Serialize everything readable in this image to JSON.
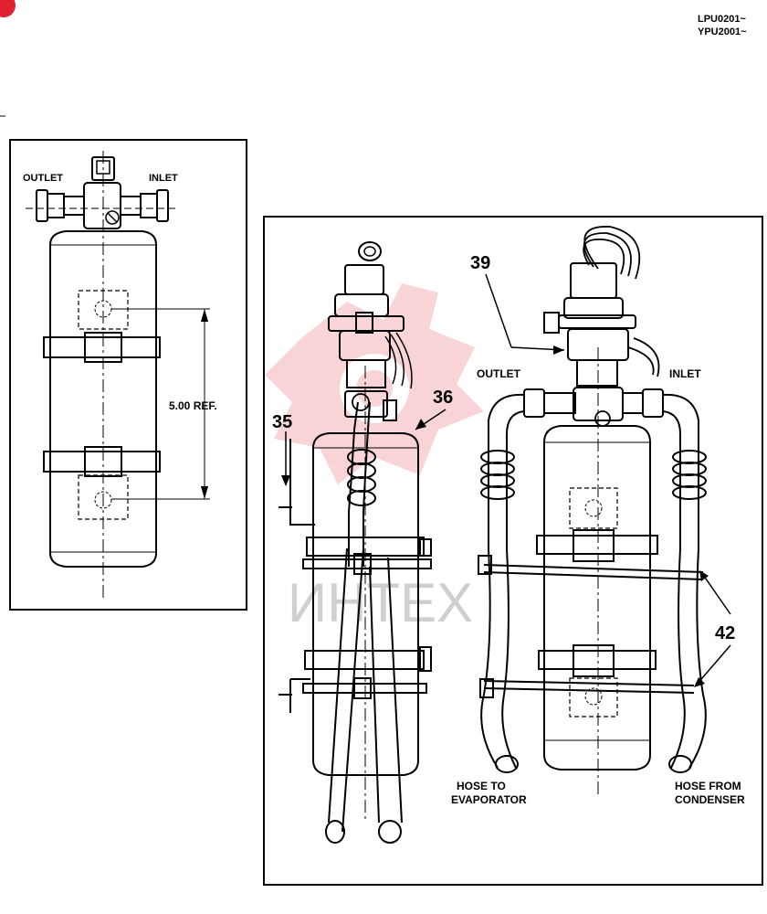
{
  "header": {
    "models": [
      "LPU0201~",
      "YPU2001~"
    ],
    "corner_badge_color": "#e0202e"
  },
  "left_figure": {
    "outlet_label": "OUTLET",
    "inlet_label": "INLET",
    "dimension_label": "5.00 REF."
  },
  "right_figure": {
    "outlet_label": "OUTLET",
    "inlet_label": "INLET",
    "callouts": [
      "35",
      "36",
      "39",
      "42"
    ],
    "hose_left_label": [
      "HOSE TO",
      "EVAPORATOR"
    ],
    "hose_right_label": [
      "HOSE FROM",
      "CONDENSER"
    ]
  },
  "watermark": {
    "text": "ИНТЕХ",
    "gear_color": "#e8414a"
  }
}
